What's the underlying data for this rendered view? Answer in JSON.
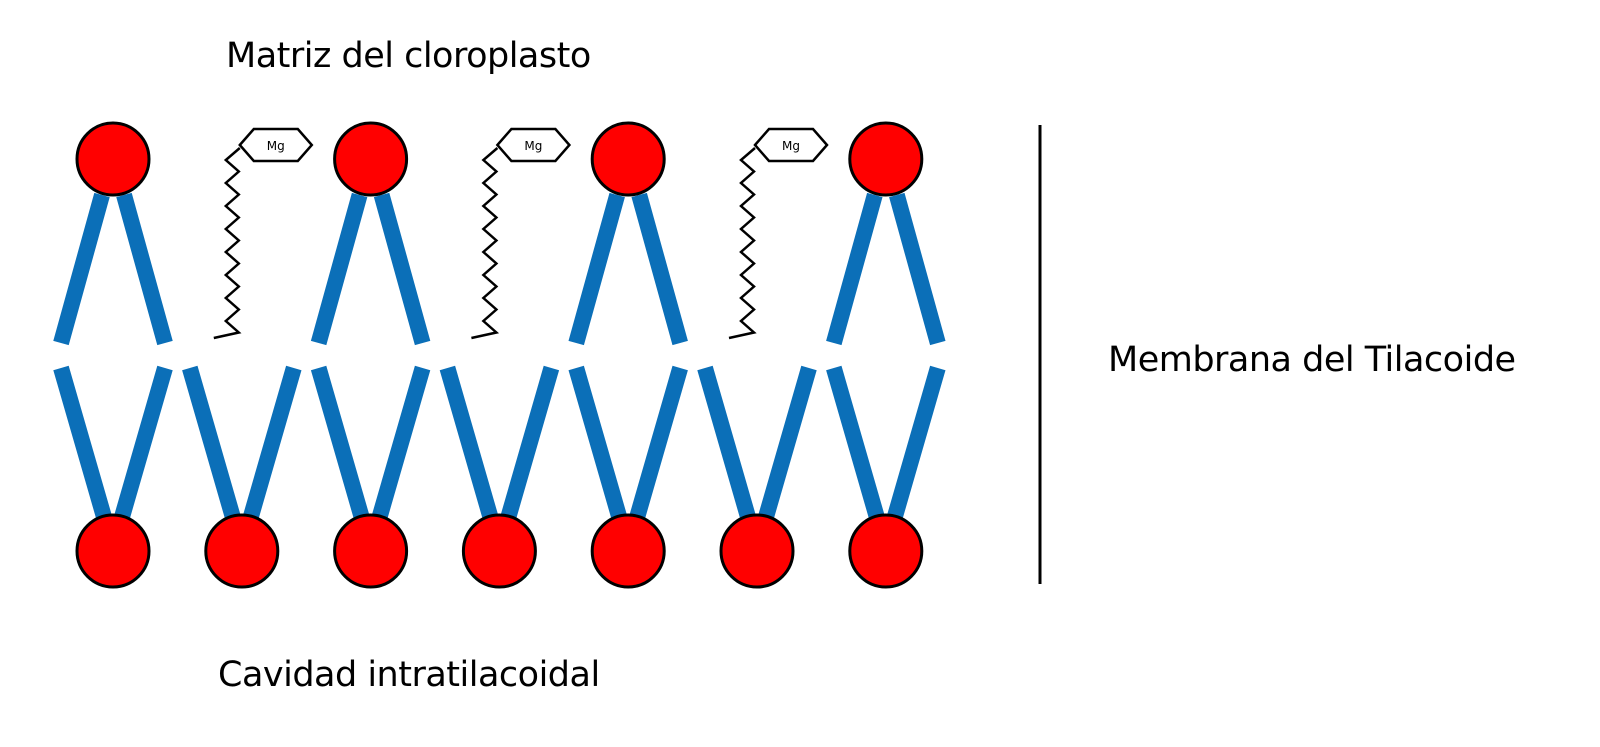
{
  "labels": {
    "top": "Matriz del cloroplasto",
    "bottom": "Cavidad intratilacoidal",
    "right": "Membrana del Tilacoide"
  },
  "chlorophyll": {
    "count": 3,
    "symbol": "Mg"
  },
  "phospholipids": {
    "upper_layer_count": 4,
    "lower_layer_count": 7
  },
  "colors": {
    "head": "#ff0000",
    "head_stroke": "#000000",
    "tail": "#0b6fb8",
    "line": "#000000",
    "background": "#ffffff"
  }
}
